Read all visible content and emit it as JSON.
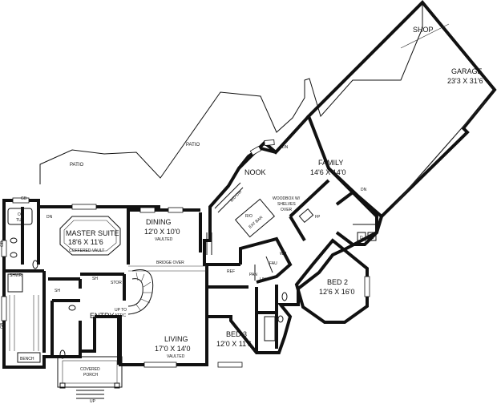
{
  "rooms": {
    "shop": "SHOP",
    "garage": "GARAGE",
    "garage_dim": "23'3 X 31'6",
    "patio_1": "PATIO",
    "patio_2": "PATIO",
    "nook": "NOOK",
    "family": "FAMILY",
    "family_dim": "14'6 X 14'0",
    "dining": "DINING",
    "dining_dim": "12'0 X 10'0",
    "dining_note": "VAULTED",
    "master": "MASTER SUITE",
    "master_dim": "18'6 X 11'6",
    "master_note": "COFFERED VAULT",
    "entry": "ENTRY",
    "living": "LIVING",
    "living_dim": "17'0 X 14'0",
    "living_note": "VAULTED",
    "bed3": "BED 3",
    "bed3_dim": "12'0 X 11'6",
    "bed2": "BED 2",
    "bed2_dim": "12'6 X 16'0",
    "porch_1": "COVERED",
    "porch_2": "PORCH"
  },
  "notes": {
    "gb_top": "GB",
    "gb_side_1": "GB",
    "gb_side_2": "GB",
    "os_tub_1": "OS",
    "os_tub_2": "TUB",
    "dn_master": "DN",
    "dn_nook": "DN",
    "dn_family": "DN",
    "shwr": "SHWR",
    "sh_1": "SH",
    "sh_2": "SH",
    "stor": "STOR",
    "bridge": "BRIDGE OVER",
    "up_attic_1": "UP TO",
    "up_attic_2": "ATTIC",
    "do": "DO",
    "ref": "REF",
    "pan": "PAN",
    "lin": "LIN",
    "fau": "FAU",
    "wh": "WH",
    "woodbox_1": "WOODBOX W/",
    "woodbox_2": "SHELVES",
    "woodbox_3": "OVER",
    "fp": "FP",
    "d": "D",
    "w": "W",
    "bench": "BENCH",
    "up": "UP",
    "bid_dw": "B/D DW",
    "r_o": "R/O",
    "eat_bar": "EAT BAR"
  }
}
